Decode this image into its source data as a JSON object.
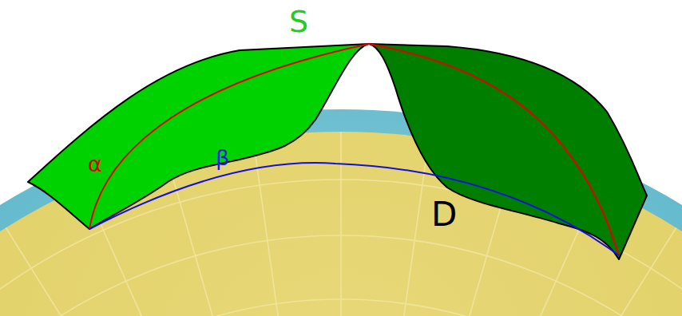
{
  "diagram": {
    "labels": [
      "S",
      "α",
      "β",
      "D"
    ]
  }
}
